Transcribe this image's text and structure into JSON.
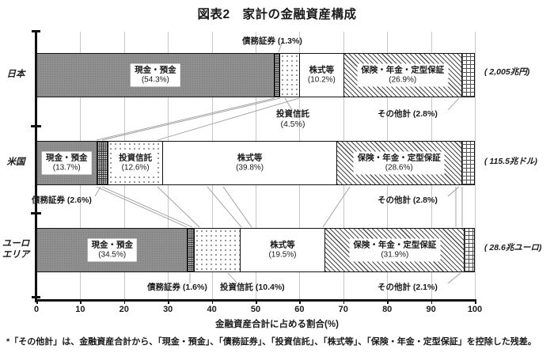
{
  "title": "図表2　家計の金融資産構成",
  "axis": {
    "x_title": "金融資産合計に占める割合(%)",
    "x_ticks": [
      "0",
      "10",
      "20",
      "30",
      "40",
      "50",
      "60",
      "70",
      "80",
      "90",
      "100"
    ]
  },
  "footnote": "*「その他計」は、金融資産合計から、「現金・預金」、「債務証券」、「投資信託」、「株式等」、「保険・年金・定型保証」を控除した残差。",
  "labels": {
    "cash": "現金・預金",
    "debt": "債務証券",
    "fund": "投資信託",
    "equity": "株式等",
    "insurance": "保険・年金・定型保証",
    "other": "その他計"
  },
  "rows": {
    "japan": {
      "name": "日本",
      "name_line1": "日本",
      "name_line2": "",
      "total": "( 2,005兆円)",
      "cash": "(54.3%)",
      "debt": "(1.3%)",
      "fund": "(4.5%)",
      "equity": "(10.2%)",
      "insurance": "(26.9%)",
      "other": "(2.8%)",
      "debt_callout": "債務証券 (1.3%)",
      "fund_callout_1": "投資信託",
      "fund_callout_2": "(4.5%)",
      "other_callout": "その他計 (2.8%)"
    },
    "us": {
      "name": "米国",
      "name_line1": "米国",
      "name_line2": "",
      "total": "( 115.5兆ドル)",
      "cash": "(13.7%)",
      "debt": "(2.6%)",
      "fund": "(12.6%)",
      "equity": "(39.8%)",
      "insurance": "(28.6%)",
      "other": "(2.8%)",
      "debt_callout": "債務証券 (2.6%)",
      "other_callout": "その他計 (2.8%)"
    },
    "euro": {
      "name": "ユーロエリア",
      "name_line1": "ユーロ",
      "name_line2": "エリア",
      "total": "( 28.6兆ユーロ)",
      "cash": "(34.5%)",
      "debt": "(1.6%)",
      "fund": "(10.4%)",
      "equity": "(19.5%)",
      "insurance": "(31.9%)",
      "other": "(2.1%)",
      "debt_callout": "債務証券 (1.6%)",
      "fund_callout": "投資信託 (10.4%)",
      "other_callout": "その他計 (2.1%)"
    }
  },
  "chart_data": {
    "type": "bar",
    "orientation": "horizontal",
    "stacked": true,
    "title": "図表2　家計の金融資産構成",
    "xlabel": "金融資産合計に占める割合(%)",
    "ylabel": "",
    "xlim": [
      0,
      100
    ],
    "grid": true,
    "legend": "none (inline segment labels)",
    "categories": [
      "日本",
      "米国",
      "ユーロエリア"
    ],
    "category_totals": [
      "( 2,005兆円)",
      "( 115.5兆ドル)",
      "( 28.6兆ユーロ)"
    ],
    "series": [
      {
        "name": "現金・預金",
        "values": [
          54.3,
          13.7,
          34.5
        ]
      },
      {
        "name": "債務証券",
        "values": [
          1.3,
          2.6,
          1.6
        ]
      },
      {
        "name": "投資信託",
        "values": [
          4.5,
          12.6,
          10.4
        ]
      },
      {
        "name": "株式等",
        "values": [
          10.2,
          39.8,
          19.5
        ]
      },
      {
        "name": "保険・年金・定型保証",
        "values": [
          26.9,
          28.6,
          31.9
        ]
      },
      {
        "name": "その他計",
        "values": [
          2.8,
          2.8,
          2.1
        ]
      }
    ],
    "annotations": [
      "*「その他計」は、金融資産合計から、「現金・預金」、「債務証券」、「投資信託」、「株式等」、「保険・年金・定型保証」を控除した残差。"
    ]
  }
}
